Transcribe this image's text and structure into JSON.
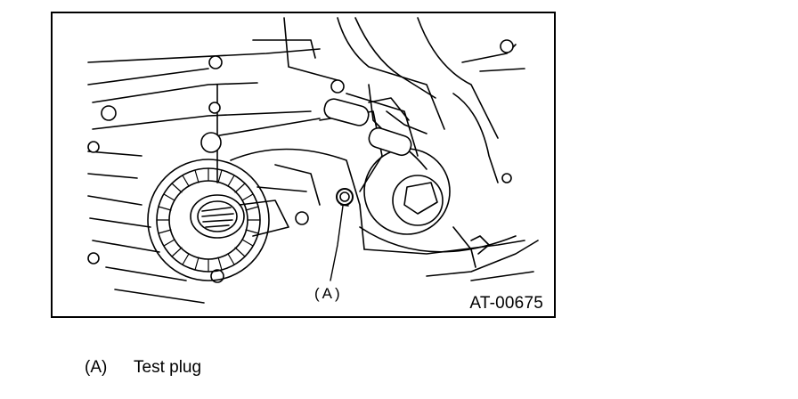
{
  "figure": {
    "drawing_id": "AT-00675",
    "callout_label": "(A)"
  },
  "legend": [
    {
      "key": "(A)",
      "text": "Test plug"
    }
  ],
  "colors": {
    "line": "#000000",
    "background": "#ffffff"
  }
}
